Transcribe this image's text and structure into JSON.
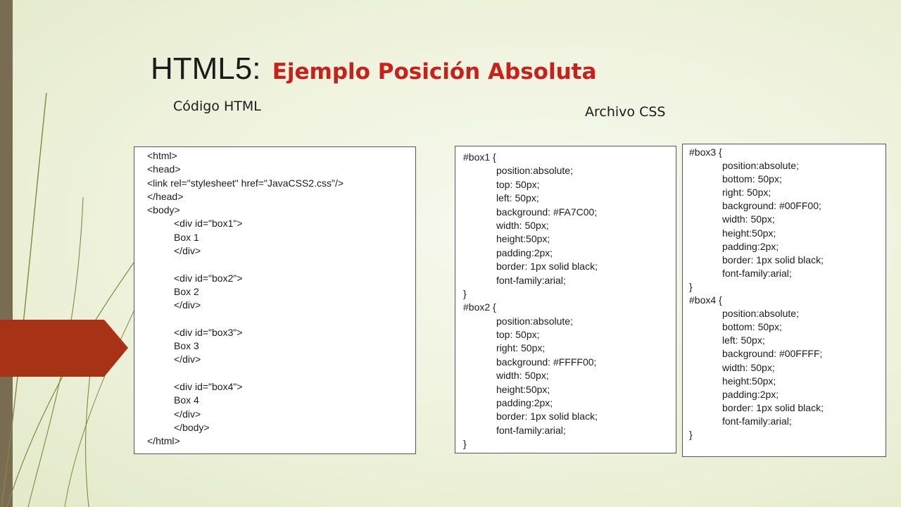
{
  "title": {
    "main": "HTML5:",
    "accent": "Ejemplo Posición Absoluta"
  },
  "labels": {
    "html": "Código HTML",
    "css": "Archivo CSS"
  },
  "colors": {
    "title_accent": "#c8201a",
    "left_bar": "#7a6c52",
    "arrow_tab": "#a83216",
    "background": "#eef2dc"
  },
  "html_code": [
    {
      "text": "<html>",
      "indent": 0
    },
    {
      "text": "<head>",
      "indent": 0
    },
    {
      "text": "<link rel=\"stylesheet\" href=\"JavaCSS2.css\"/>",
      "indent": 0
    },
    {
      "text": "</head>",
      "indent": 0
    },
    {
      "text": "<body>",
      "indent": 0
    },
    {
      "text": "<div id=\"box1\">",
      "indent": 1
    },
    {
      "text": "Box 1",
      "indent": 1
    },
    {
      "text": "</div>",
      "indent": 1
    },
    {
      "text": "",
      "indent": 0
    },
    {
      "text": "<div id=\"box2\">",
      "indent": 1
    },
    {
      "text": "Box 2",
      "indent": 1
    },
    {
      "text": "</div>",
      "indent": 1
    },
    {
      "text": "",
      "indent": 0
    },
    {
      "text": "<div id=\"box3\">",
      "indent": 1
    },
    {
      "text": "Box 3",
      "indent": 1
    },
    {
      "text": "</div>",
      "indent": 1
    },
    {
      "text": "",
      "indent": 0
    },
    {
      "text": "<div id=\"box4\">",
      "indent": 1
    },
    {
      "text": "Box 4",
      "indent": 1
    },
    {
      "text": "</div>",
      "indent": 1
    },
    {
      "text": "</body>",
      "indent": 1
    },
    {
      "text": "</html>",
      "indent": 0
    }
  ],
  "css_code_1": [
    {
      "text": "#box1 {",
      "indent": 0
    },
    {
      "text": "position:absolute;",
      "indent": 1
    },
    {
      "text": "top: 50px;",
      "indent": 1
    },
    {
      "text": "left: 50px;",
      "indent": 1
    },
    {
      "text": "background: #FA7C00;",
      "indent": 1
    },
    {
      "text": "width: 50px;",
      "indent": 1
    },
    {
      "text": "height:50px;",
      "indent": 1
    },
    {
      "text": "padding:2px;",
      "indent": 1
    },
    {
      "text": "border: 1px solid black;",
      "indent": 1
    },
    {
      "text": "font-family:arial;",
      "indent": 1
    },
    {
      "text": "}",
      "indent": 0
    },
    {
      "text": "#box2 {",
      "indent": 0
    },
    {
      "text": "position:absolute;",
      "indent": 1
    },
    {
      "text": "top: 50px;",
      "indent": 1
    },
    {
      "text": "right: 50px;",
      "indent": 1
    },
    {
      "text": "background: #FFFF00;",
      "indent": 1
    },
    {
      "text": "width: 50px;",
      "indent": 1
    },
    {
      "text": "height:50px;",
      "indent": 1
    },
    {
      "text": "padding:2px;",
      "indent": 1
    },
    {
      "text": "border: 1px solid black;",
      "indent": 1
    },
    {
      "text": "font-family:arial;",
      "indent": 1
    },
    {
      "text": "}",
      "indent": 0
    }
  ],
  "css_code_2": [
    {
      "text": "#box3 {",
      "indent": 0
    },
    {
      "text": "position:absolute;",
      "indent": 1
    },
    {
      "text": "bottom: 50px;",
      "indent": 1
    },
    {
      "text": "right: 50px;",
      "indent": 1
    },
    {
      "text": "background: #00FF00;",
      "indent": 1
    },
    {
      "text": "width: 50px;",
      "indent": 1
    },
    {
      "text": "height:50px;",
      "indent": 1
    },
    {
      "text": "padding:2px;",
      "indent": 1
    },
    {
      "text": "border: 1px solid black;",
      "indent": 1
    },
    {
      "text": "font-family:arial;",
      "indent": 1
    },
    {
      "text": "}",
      "indent": 0
    },
    {
      "text": "#box4 {",
      "indent": 0
    },
    {
      "text": "position:absolute;",
      "indent": 1
    },
    {
      "text": "bottom: 50px;",
      "indent": 1
    },
    {
      "text": "left: 50px;",
      "indent": 1
    },
    {
      "text": "background: #00FFFF;",
      "indent": 1
    },
    {
      "text": "width: 50px;",
      "indent": 1
    },
    {
      "text": "height:50px;",
      "indent": 1
    },
    {
      "text": "padding:2px;",
      "indent": 1
    },
    {
      "text": "border: 1px solid black;",
      "indent": 1
    },
    {
      "text": "font-family:arial;",
      "indent": 1
    },
    {
      "text": "}",
      "indent": 0
    }
  ]
}
